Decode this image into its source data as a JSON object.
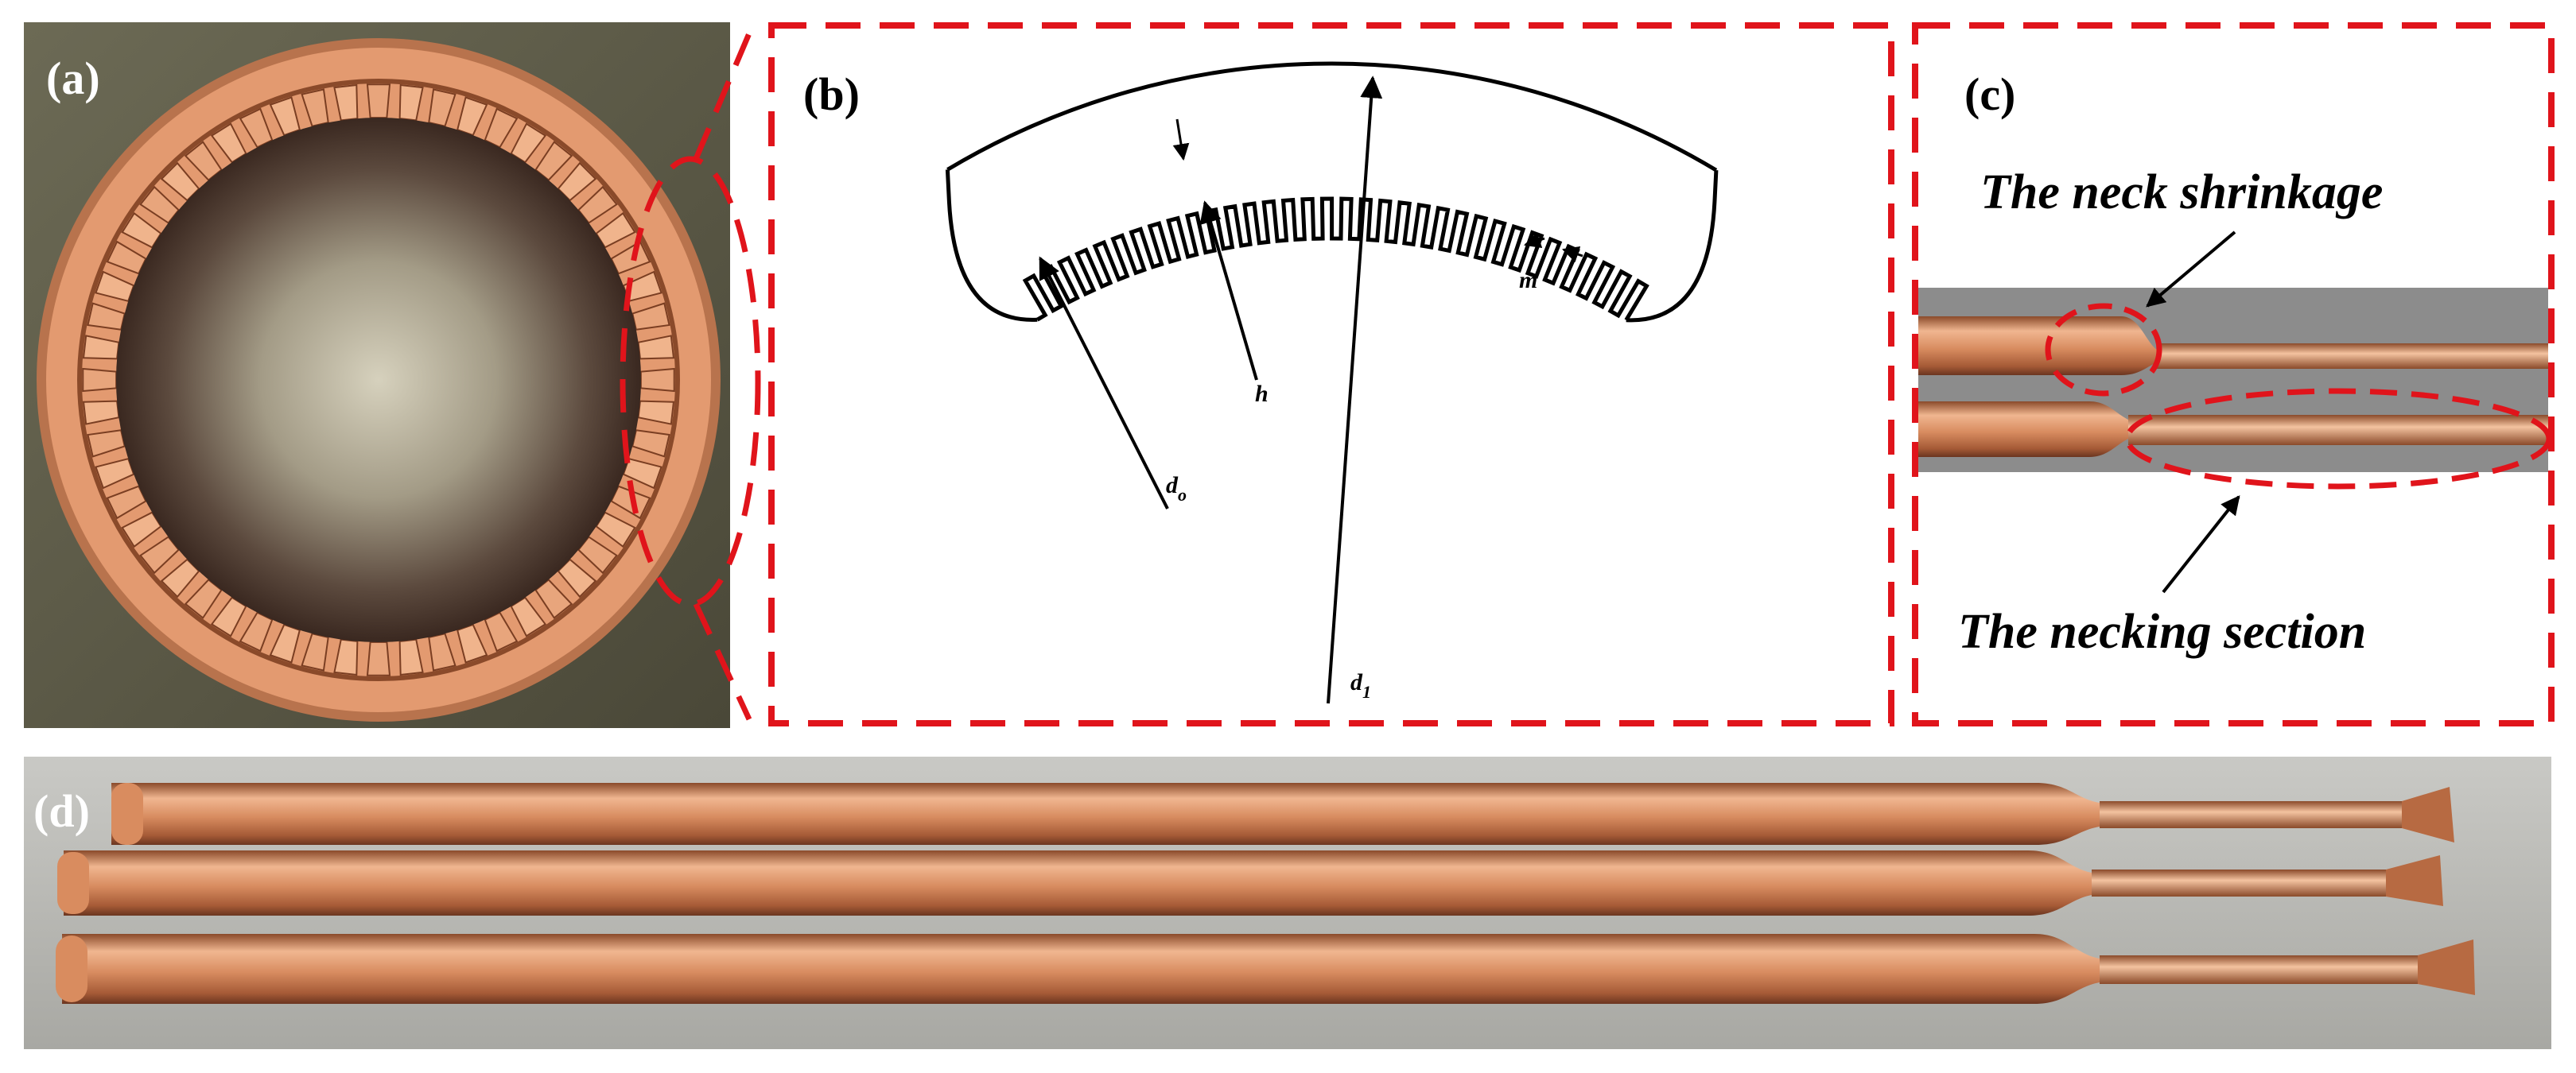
{
  "figure": {
    "panels": {
      "a": {
        "label": "(a)"
      },
      "b": {
        "label": "(b)"
      },
      "c": {
        "label": "(c)"
      },
      "d": {
        "label": "(d)"
      }
    },
    "dimensions": {
      "h": "h",
      "m": "m",
      "d_o": "d",
      "d_o_sub": "o",
      "d_1": "d",
      "d_1_sub": "1"
    },
    "callouts": {
      "neck_shrinkage": "The neck shrinkage",
      "necking_section": "The necking section"
    }
  },
  "colors": {
    "dash_red": "#e0141b",
    "copper": "#c87a4f",
    "copper_light": "#f2b48e",
    "copper_dark": "#7a3e22",
    "tube_interior": "#4a2f24",
    "backdrop_gray": "#8c8c8c",
    "table_gray": "#b4b4b0"
  },
  "decor": {
    "fins_count": 56
  }
}
